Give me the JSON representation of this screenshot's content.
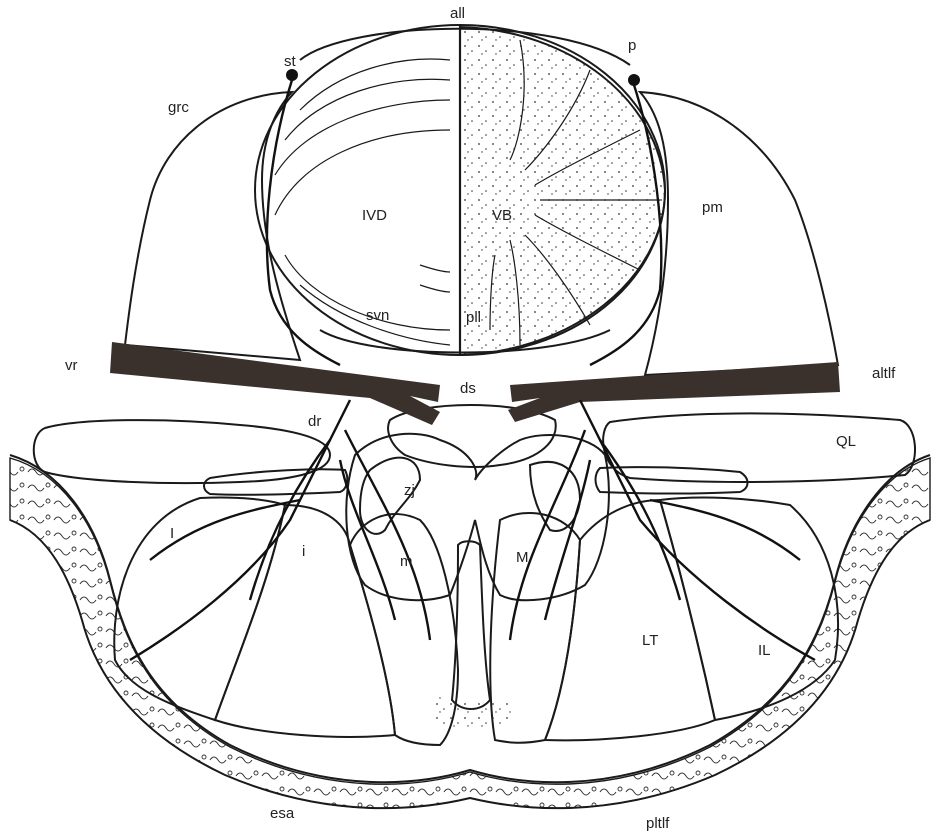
{
  "figure": {
    "labels": {
      "all": "all",
      "st": "st",
      "p": "p",
      "grc": "grc",
      "ivd": "IVD",
      "vb": "VB",
      "pm": "pm",
      "svn": "svn",
      "pll": "pll",
      "vr": "vr",
      "ds": "ds",
      "altlf": "altlf",
      "dr": "dr",
      "ql": "QL",
      "zj": "zj",
      "l_upper": "I",
      "i_lower": "i",
      "m_lower": "m",
      "m_upper": "M",
      "lt": "LT",
      "il": "IL",
      "esa": "esa",
      "pltlf": "pltlf"
    }
  }
}
